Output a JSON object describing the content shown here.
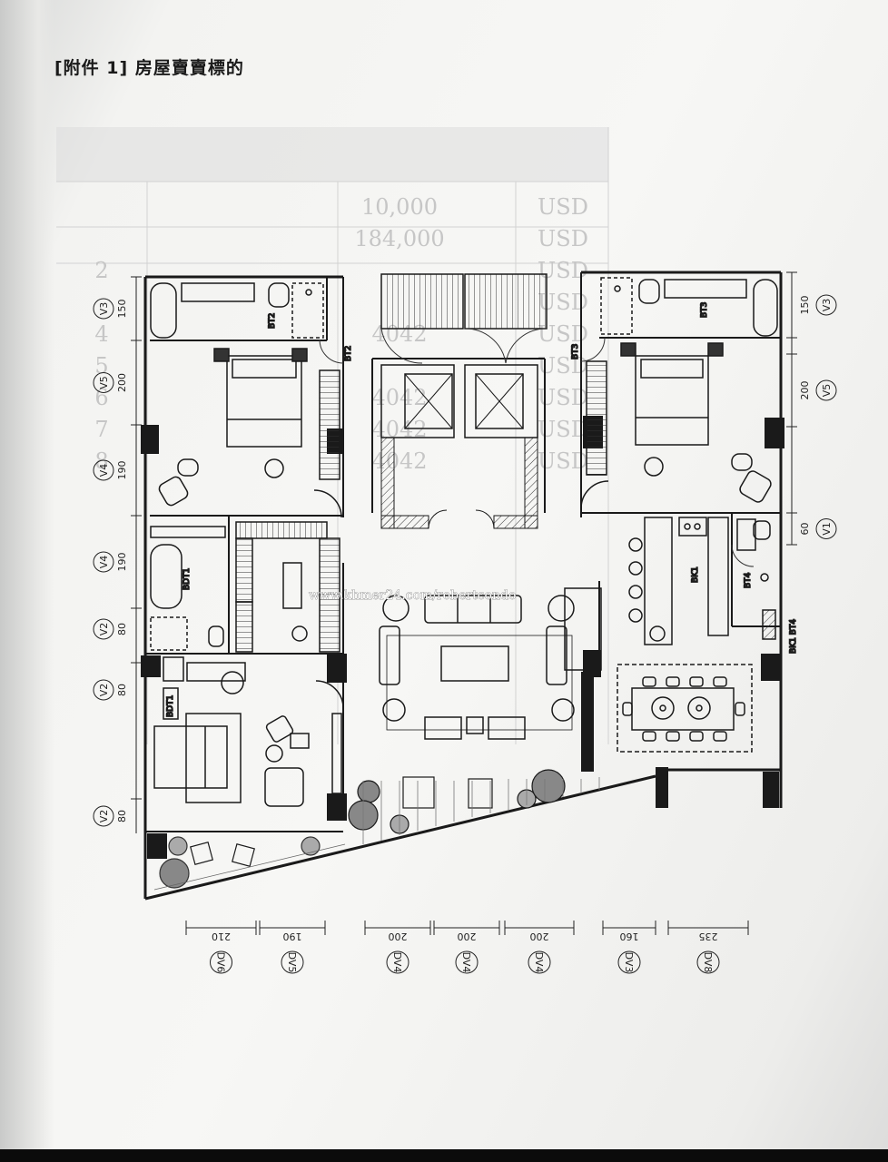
{
  "heading": "[附件 1] 房屋賣賣標的",
  "watermark": "www.khmer24.com/robertcondo",
  "rooms": {
    "bt2": "BT2",
    "bt3": "BT3",
    "bdt1": "BDT1",
    "bk1": "BK1",
    "bt4": "BT4",
    "bk1_bt4": "BK1 BT4",
    "bdt1_lower": "BDT1"
  },
  "left_dims": [
    {
      "value": "150",
      "grid": "V3"
    },
    {
      "value": "200",
      "grid": "V5"
    },
    {
      "value": "190",
      "grid": "V4"
    },
    {
      "value": "190",
      "grid": "V4"
    },
    {
      "value": "80",
      "grid": "V2"
    },
    {
      "value": "80",
      "grid": "V2"
    },
    {
      "value": "80",
      "grid": "V2"
    }
  ],
  "right_dims": [
    {
      "value": "150",
      "grid": "V3"
    },
    {
      "value": "200",
      "grid": "V5"
    },
    {
      "value": "60",
      "grid": "V1"
    }
  ],
  "bottom_dims": [
    {
      "value": "210",
      "grid": "DV6"
    },
    {
      "value": "190",
      "grid": "DV5"
    },
    {
      "value": "200",
      "grid": "DV4"
    },
    {
      "value": "200",
      "grid": "DV4"
    },
    {
      "value": "200",
      "grid": "DV4"
    },
    {
      "value": "160",
      "grid": "DV3"
    },
    {
      "value": "235",
      "grid": "DV8"
    }
  ],
  "background_table": {
    "rows": [
      [
        "",
        "10,000",
        "USD"
      ],
      [
        "",
        "184,000",
        "USD"
      ],
      [
        "2",
        "",
        "USD"
      ],
      [
        "",
        "",
        "USD"
      ],
      [
        "4",
        "4042",
        "USD"
      ],
      [
        "5",
        "",
        "USD"
      ],
      [
        "6",
        "4042",
        "USD"
      ],
      [
        "7",
        "4042",
        "USD"
      ],
      [
        "8",
        "4042",
        "USD"
      ]
    ]
  }
}
